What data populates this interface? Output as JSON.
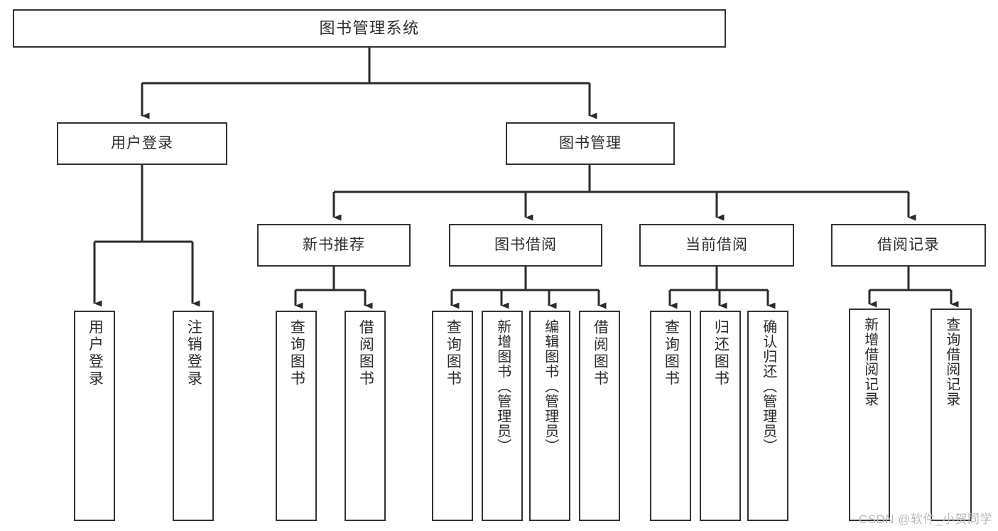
{
  "diagram": {
    "type": "tree",
    "title": "图书管理系统",
    "orientation": "top-down",
    "colors": {
      "box_border": "#333333",
      "box_fill": "#ffffff",
      "connector": "#333333",
      "text": "#2b2b2b",
      "watermark": "#b9b9b9",
      "background": "#ffffff"
    }
  },
  "root": {
    "label": "图书管理系统"
  },
  "level2": [
    {
      "label": "用户登录"
    },
    {
      "label": "图书管理"
    }
  ],
  "level3": [
    {
      "label": "新书推荐"
    },
    {
      "label": "图书借阅"
    },
    {
      "label": "当前借阅"
    },
    {
      "label": "借阅记录"
    }
  ],
  "leaves": {
    "user_login": [
      {
        "label": "用户登录"
      },
      {
        "label": "注销登录"
      }
    ],
    "new_book": [
      {
        "label": "查询图书"
      },
      {
        "label": "借阅图书"
      }
    ],
    "book_borrow": [
      {
        "label": "查询图书"
      },
      {
        "label": "新增图书（管理员）"
      },
      {
        "label": "编辑图书（管理员）"
      },
      {
        "label": "借阅图书"
      }
    ],
    "current_borrow": [
      {
        "label": "查询图书"
      },
      {
        "label": "归还图书"
      },
      {
        "label": "确认归还（管理员）"
      }
    ],
    "borrow_record": [
      {
        "label": "新增借阅记录"
      },
      {
        "label": "查询借阅记录"
      }
    ]
  },
  "watermark": {
    "text": "CSDN @软件_小贺同学"
  }
}
